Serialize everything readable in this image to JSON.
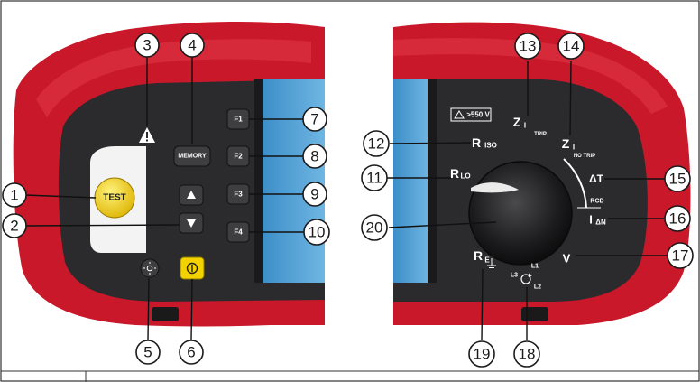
{
  "buttons": {
    "test": "TEST",
    "memory": "MEMORY",
    "f1": "F1",
    "f2": "F2",
    "f3": "F3",
    "f4": "F4"
  },
  "dial": {
    "warning": ">550 V",
    "r_iso": "R",
    "r_iso_sub": "ISO",
    "r_lo": "R",
    "r_lo_sub": "LO",
    "z_trip": "Z",
    "z_trip_sub": "I",
    "trip_tag": "TRIP",
    "z_notrip": "Z",
    "z_notrip_sub": "I",
    "notrip_tag": "NO TRIP",
    "delta_t": "ΔT",
    "rcd": "RCD",
    "i_delta_n": "I",
    "i_delta_n_sub": "ΔN",
    "volt": "V",
    "r_earth": "R",
    "r_earth_sub": "E",
    "phase_l1": "L1",
    "phase_l2": "L2",
    "phase_l3": "L3"
  },
  "callouts": [
    "1",
    "2",
    "3",
    "4",
    "5",
    "6",
    "7",
    "8",
    "9",
    "10",
    "11",
    "12",
    "13",
    "14",
    "15",
    "16",
    "17",
    "18",
    "19",
    "20"
  ],
  "colors": {
    "housing_red": "#c8182a",
    "panel_dark": "#2b2b2d",
    "test_yellow": "#f2d21a",
    "power_yellow": "#f3d200",
    "screen_blue": "#4a9fd4"
  },
  "icons": [
    "warning-icon",
    "backlight-icon",
    "power-icon",
    "arrow-up-icon",
    "arrow-down-icon",
    "phase-rotation-icon",
    "earth-icon"
  ]
}
